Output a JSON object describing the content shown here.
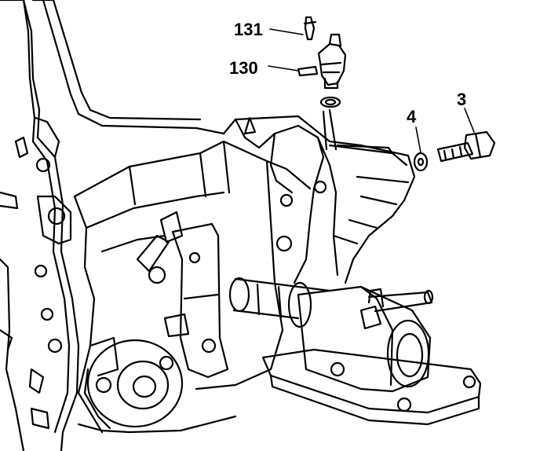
{
  "callouts": {
    "c131": "131",
    "c130": "130",
    "c4": "4",
    "c3": "3"
  },
  "colors": {
    "line": "#000000",
    "background": "#ffffff"
  }
}
